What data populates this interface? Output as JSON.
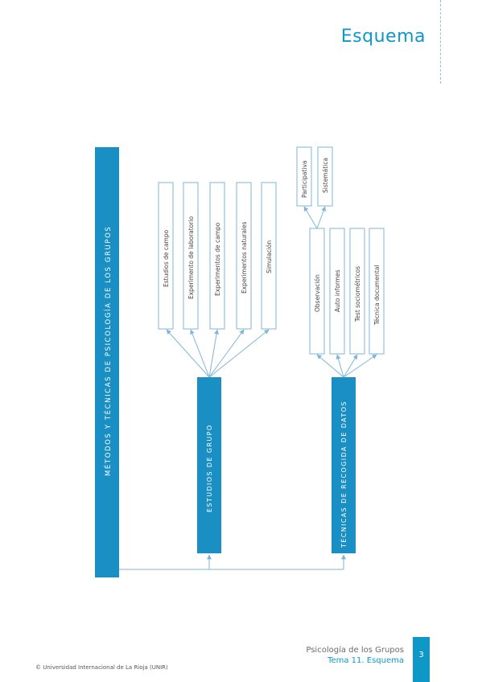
{
  "header": {
    "title": "Esquema"
  },
  "diagram": {
    "root": "MÉTODOS Y TÉCNICAS DE PSICOLOGÍA DE LOS GRUPOS",
    "branch_1": {
      "title": "ESTUDIOS DE GRUPO",
      "items": [
        "Estudios de campo",
        "Experimento de laboratorio",
        "Experimentos de campo",
        "Experimentos naturales",
        "Simulación"
      ]
    },
    "branch_2": {
      "title": "TÉCNICAS DE RECOGIDA DE DATOS",
      "items": [
        "Observación",
        "Auto informes",
        "Test sociométricos",
        "Técnica documental"
      ],
      "sub_items": [
        "Participativa",
        "Sistemática"
      ]
    }
  },
  "footer": {
    "subject": "Psicología de los Grupos",
    "topic": "Tema 11. Esquema",
    "page_number": "3",
    "copyright": "© Universidad Internacional de La Rioja (UNIR)"
  },
  "colors": {
    "accent": "#1a8fc4",
    "line": "#7fb6d6"
  }
}
